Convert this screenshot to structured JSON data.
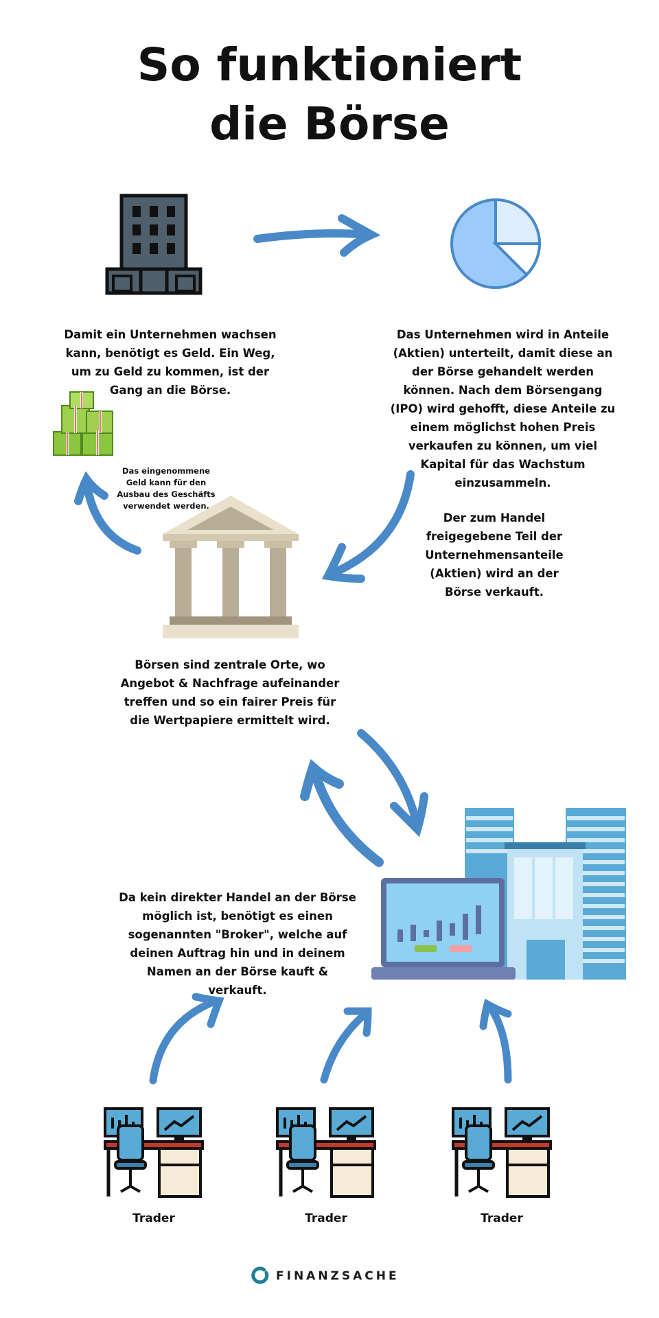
{
  "title": {
    "line1": "So funktioniert",
    "line2": "die Börse"
  },
  "steps": {
    "company_text": "Damit ein Unternehmen wachsen kann, benötigt es Geld. Ein Weg, um zu Geld zu kommen, ist der Gang an die Börse.",
    "shares_text": "Das Unternehmen wird in Anteile (Aktien) unterteilt, damit diese an der Börse gehandelt werden können. Nach dem Börsengang (IPO) wird gehofft, diese Anteile zu einem möglichst hohen Preis verkaufen zu können, um viel Kapital für das Wachstum einzusammeln.",
    "money_text": "Das eingenommene Geld kann für den Ausbau des Geschäfts verwendet werden.",
    "sale_text": "Der zum Handel freigegebene Teil der Unternehmensanteile (Aktien) wird an der Börse verkauft.",
    "exchange_text": "Börsen sind zentrale Orte, wo Angebot & Nachfrage aufeinander treffen und so ein fairer Preis für die Wertpapiere ermittelt wird.",
    "broker_text": "Da  kein direkter Handel an der Börse möglich ist, benötigt es einen sogenannten \"Broker\", welche auf deinen Auftrag hin und in deinem Namen an der Börse kauft & verkauft."
  },
  "traders": [
    {
      "label": "Trader"
    },
    {
      "label": "Trader"
    },
    {
      "label": "Trader"
    }
  ],
  "footer": {
    "brand": "FINANZSACHE"
  },
  "colors": {
    "arrow": "#4a89c8",
    "building": "#4f5f6b",
    "pie": "#9ccaf9",
    "bank": "#b8ae97",
    "brand": "#1f7f95"
  }
}
